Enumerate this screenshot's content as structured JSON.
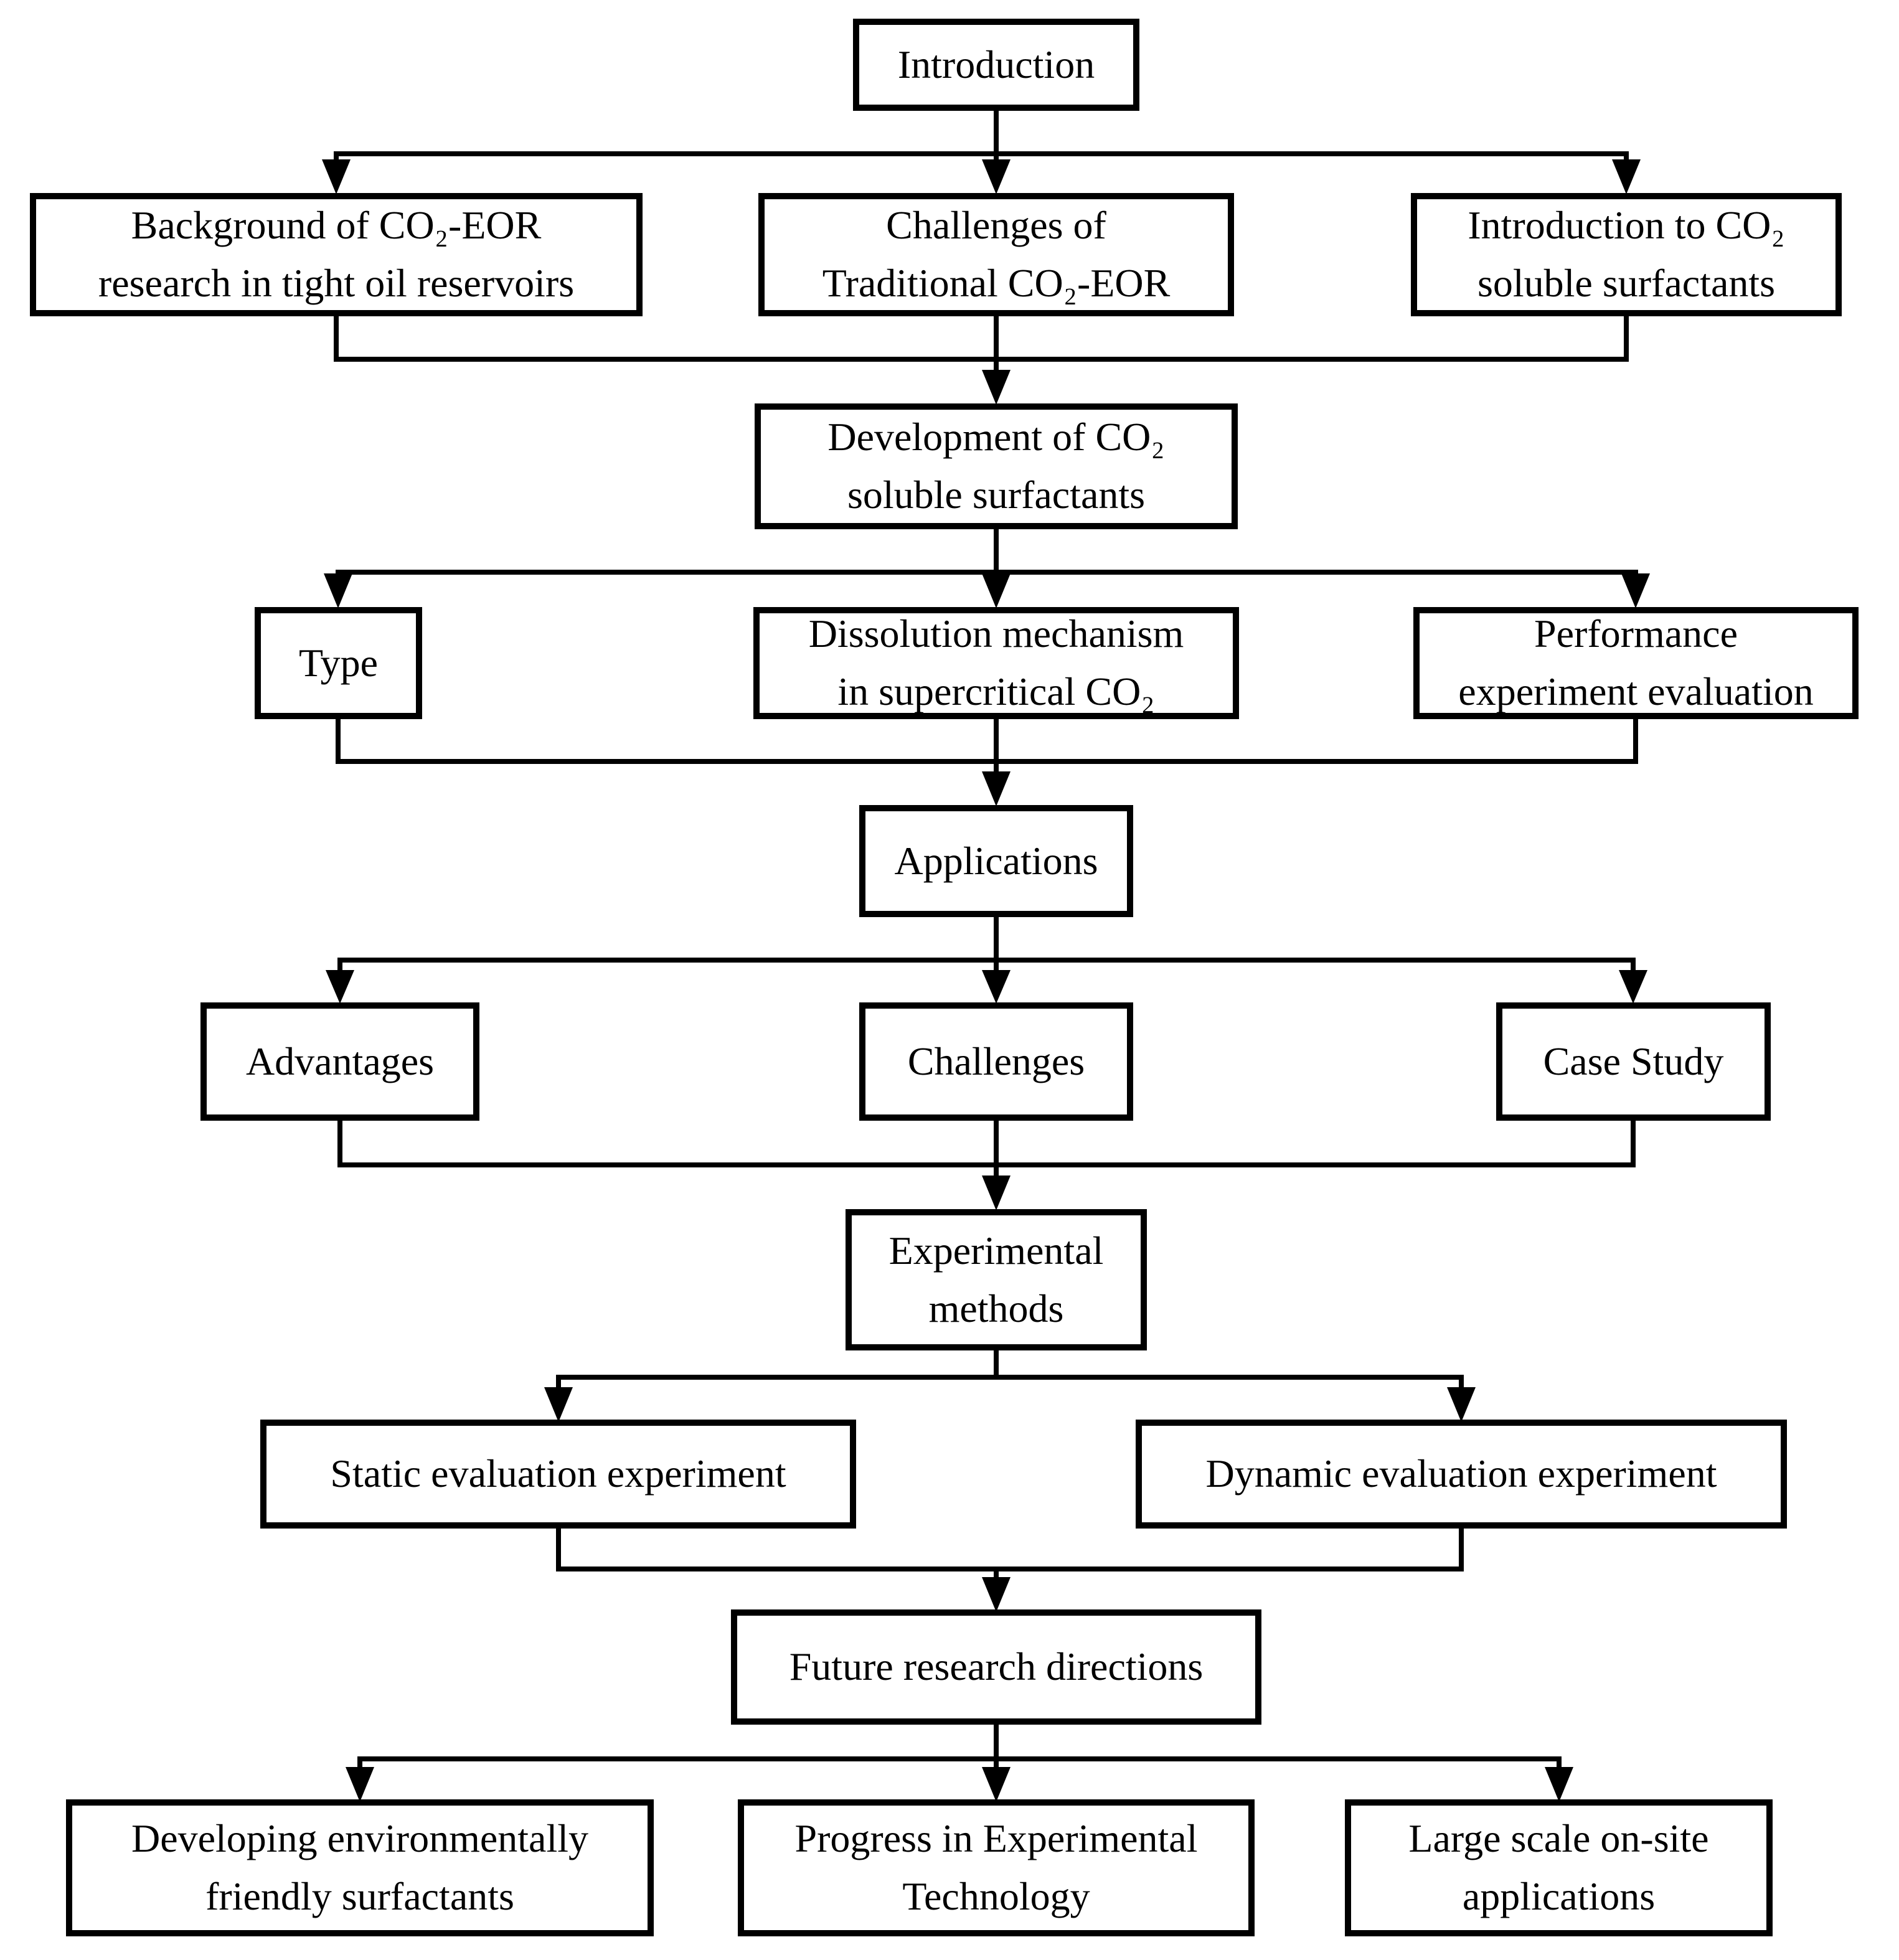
{
  "figure": {
    "type": "flowchart",
    "background_color": "#ffffff",
    "line_color": "#000000",
    "text_color": "#000000",
    "nodes": {
      "introduction": "Introduction",
      "background_co2_eor": "Background of CO₂-EOR\nresearch in tight oil reservoirs",
      "challenges_traditional": "Challenges of\nTraditional CO₂-EOR",
      "intro_co2_surfactants": "Introduction to CO₂\nsoluble surfactants",
      "development": "Development of CO₂\nsoluble surfactants",
      "type": "Type",
      "dissolution_mechanism": "Dissolution mechanism\nin supercritical CO₂",
      "performance_evaluation": "Performance\nexperiment evaluation",
      "applications": "Applications",
      "advantages": "Advantages",
      "challenges": "Challenges",
      "case_study": "Case Study",
      "experimental_methods": "Experimental\nmethods",
      "static_evaluation": "Static evaluation experiment",
      "dynamic_evaluation": "Dynamic evaluation experiment",
      "future_directions": "Future research directions",
      "developing_eco_surfactants": "Developing environmentally\nfriendly surfactants",
      "progress_experimental_tech": "Progress in Experimental\nTechnology",
      "large_scale_applications": "Large scale on-site\napplications"
    },
    "edges": [
      {
        "from": [
          "introduction"
        ],
        "to": [
          "background_co2_eor",
          "challenges_traditional",
          "intro_co2_surfactants"
        ]
      },
      {
        "from": [
          "background_co2_eor",
          "challenges_traditional",
          "intro_co2_surfactants"
        ],
        "to": [
          "development"
        ]
      },
      {
        "from": [
          "development"
        ],
        "to": [
          "type",
          "dissolution_mechanism",
          "performance_evaluation"
        ]
      },
      {
        "from": [
          "type",
          "dissolution_mechanism",
          "performance_evaluation"
        ],
        "to": [
          "applications"
        ]
      },
      {
        "from": [
          "applications"
        ],
        "to": [
          "advantages",
          "challenges",
          "case_study"
        ]
      },
      {
        "from": [
          "advantages",
          "challenges",
          "case_study"
        ],
        "to": [
          "experimental_methods"
        ]
      },
      {
        "from": [
          "experimental_methods"
        ],
        "to": [
          "static_evaluation",
          "dynamic_evaluation"
        ]
      },
      {
        "from": [
          "static_evaluation",
          "dynamic_evaluation"
        ],
        "to": [
          "future_directions"
        ]
      },
      {
        "from": [
          "future_directions"
        ],
        "to": [
          "developing_eco_surfactants",
          "progress_experimental_tech",
          "large_scale_applications"
        ]
      }
    ]
  }
}
